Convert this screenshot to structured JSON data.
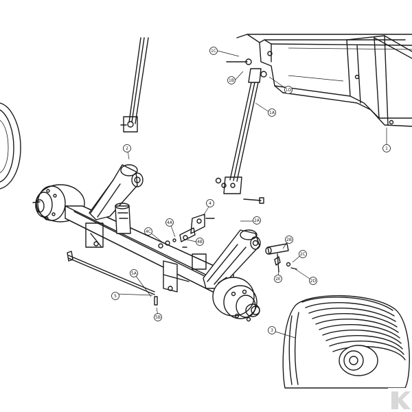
{
  "callouts": [
    {
      "id": "1C",
      "label": "1C"
    },
    {
      "id": "1B",
      "label": "1B"
    },
    {
      "id": "1D",
      "label": "1D"
    },
    {
      "id": "1A",
      "label": "1A"
    },
    {
      "id": "1",
      "label": "1"
    },
    {
      "id": "2",
      "label": "2"
    },
    {
      "id": "4",
      "label": "4"
    },
    {
      "id": "2A",
      "label": "2A"
    },
    {
      "id": "4A",
      "label": "4A"
    },
    {
      "id": "4C",
      "label": "4C"
    },
    {
      "id": "4B",
      "label": "4B"
    },
    {
      "id": "2B",
      "label": "2B"
    },
    {
      "id": "2C",
      "label": "2C"
    },
    {
      "id": "2E",
      "label": "2E"
    },
    {
      "id": "2D",
      "label": "2D"
    },
    {
      "id": "5A",
      "label": "5A"
    },
    {
      "id": "5",
      "label": "5"
    },
    {
      "id": "5B",
      "label": "5B"
    },
    {
      "id": "3",
      "label": "3"
    }
  ],
  "colors": {
    "line": "#1a1a1a",
    "background": "#ffffff",
    "logo": "#d8d8d8"
  },
  "logo": {
    "icon": "k-logo-icon"
  }
}
